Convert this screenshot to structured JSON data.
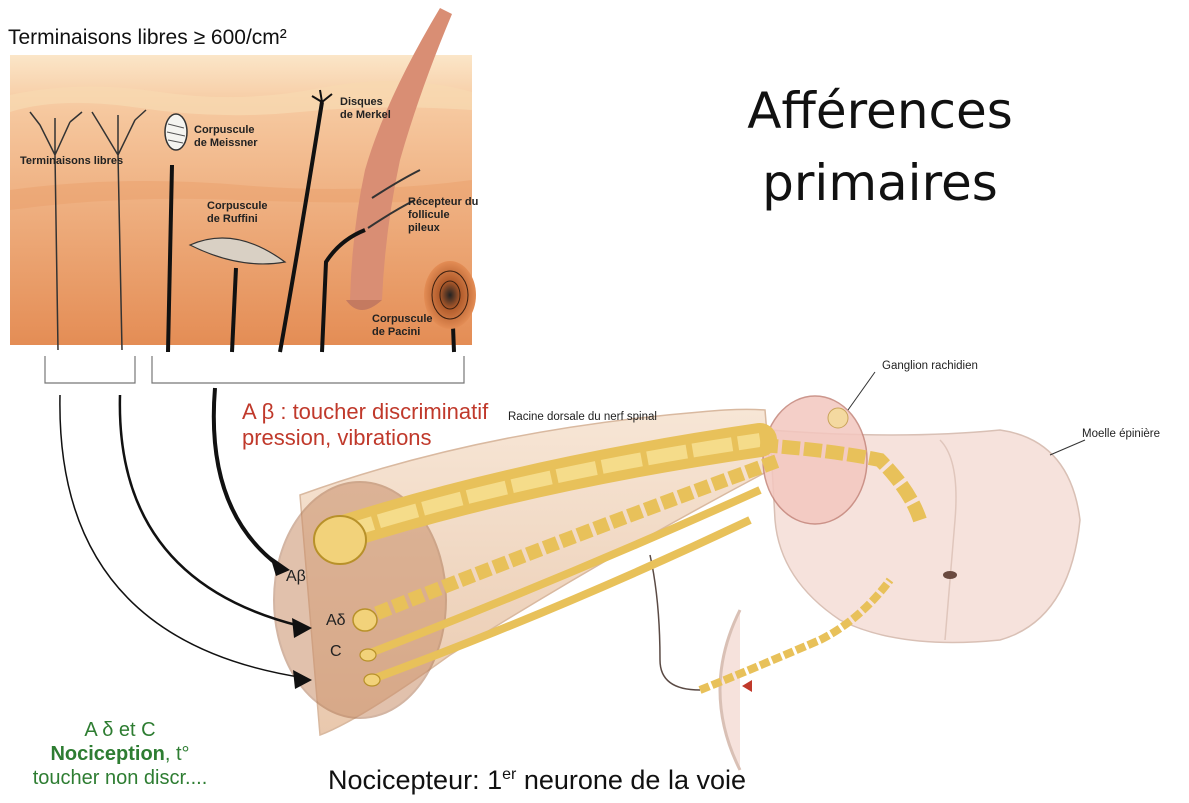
{
  "skin_caption": "Terminaisons libres ≥ 600/cm²",
  "title_line1": "Afférences",
  "title_line2": "primaires",
  "skin_labels": {
    "free_endings": "Terminaisons libres",
    "meissner": "Corpuscule de Meissner",
    "ruffini": "Corpuscule de Ruffini",
    "merkel": "Disques de Merkel",
    "follicle": "Récepteur du follicule pileux",
    "pacini": "Corpuscule de Pacini"
  },
  "abeta_caption_line1": "A β : toucher discriminatif",
  "abeta_caption_line2": "pression, vibrations",
  "nerve_labels": {
    "dorsal_root": "Racine dorsale du nerf spinal",
    "ganglion": "Ganglion rachidien",
    "spinal_cord": "Moelle épinière"
  },
  "fiber_labels": {
    "abeta": "Aβ",
    "adelta": "Aδ",
    "c": "C"
  },
  "nociception": {
    "line1": "A δ et C",
    "line2_bold": "Nociception",
    "line2_rest": ", t°",
    "line3": "toucher non discr...."
  },
  "bottom_caption": {
    "before": "Nocicepteur: 1",
    "sup": "er",
    "after": " neurone de la voie"
  },
  "colors": {
    "abeta_text": "#c0392b",
    "nociception_text": "#2e7d32",
    "nerve_fill": "#f3dcc8",
    "fiber_gold": "#e8c15a",
    "skin_dermis": "#e8a070"
  }
}
